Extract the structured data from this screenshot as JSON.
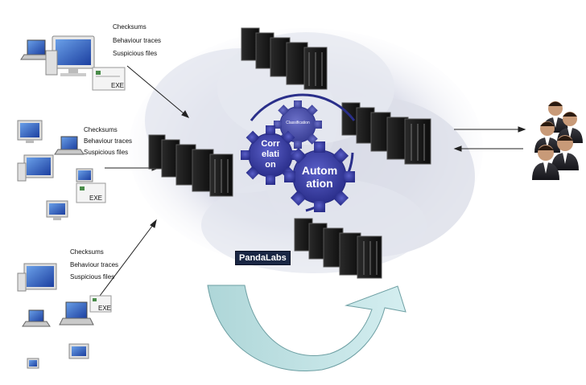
{
  "input_groups": [
    {
      "items": [
        "Checksums",
        "Behaviour traces",
        "Suspicious files"
      ],
      "file_label": "EXE"
    },
    {
      "items": [
        "Checksums",
        "Behaviour traces",
        "Suspicious files"
      ],
      "file_label": "EXE"
    },
    {
      "items": [
        "Checksums",
        "Behaviour traces",
        "Suspicious files"
      ],
      "file_label": "EXE"
    }
  ],
  "gears": {
    "classification": "Classification",
    "correlation": [
      "Corr",
      "elati",
      "on"
    ],
    "automation": [
      "Autom",
      "ation"
    ]
  },
  "brand": "PandaLabs",
  "colors": {
    "gear_fill": "#3b3f9c",
    "gear_ring": "#2a2f8a",
    "cloud": "#d9dbe8",
    "arrow_fill": "#bfe0e2",
    "badge_bg": "#1a2744"
  }
}
